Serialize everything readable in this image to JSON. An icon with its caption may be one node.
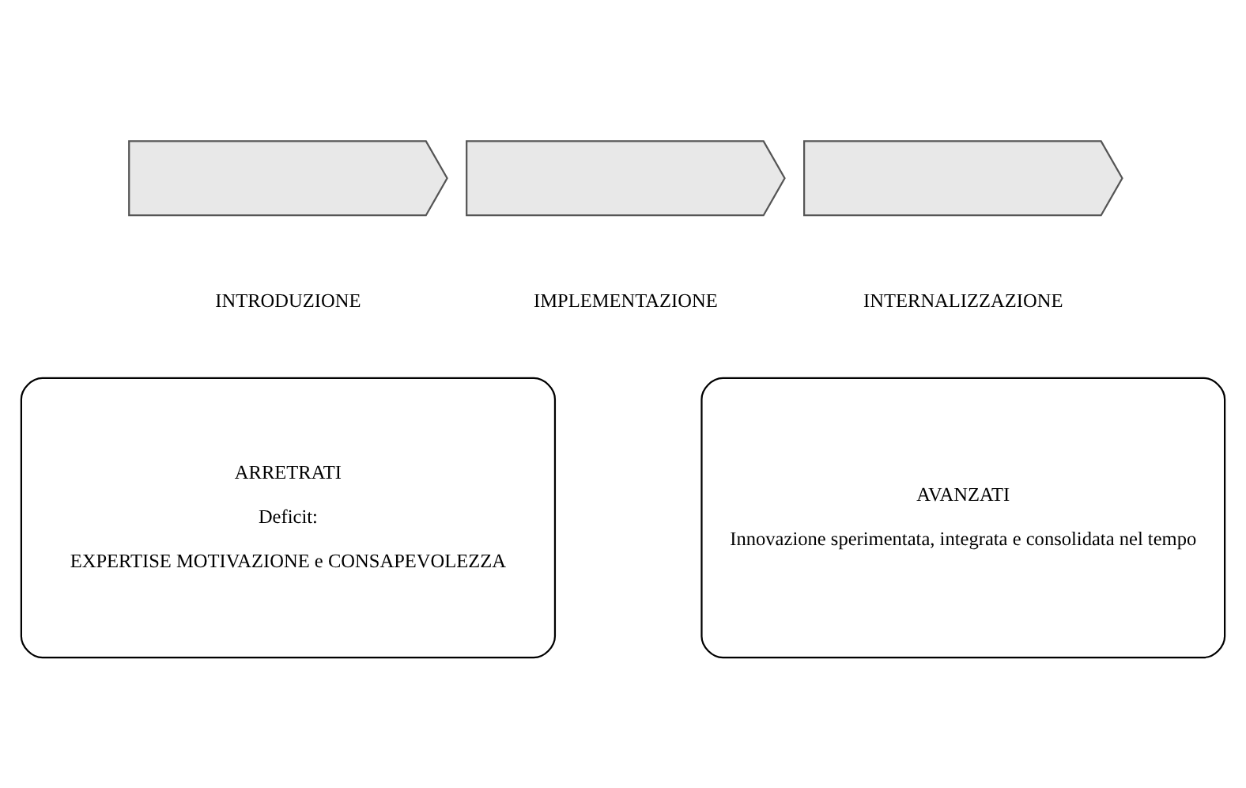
{
  "diagram": {
    "nodes": [
      {
        "text": [],
        "shape": "chevron",
        "beside": [
          "INTRODUZIONE"
        ]
      },
      {
        "text": [],
        "shape": "chevron",
        "beside": [
          "IMPLEMENTAZIONE"
        ]
      },
      {
        "text": [],
        "shape": "chevron",
        "beside": [
          "INTERNALIZZAZIONE"
        ]
      },
      {
        "text": [
          "ARRETRATI",
          "Deficit:",
          "EXPERTISE MOTIVAZIONE e CONSAPEVOLEZZA"
        ]
      },
      {
        "text": [
          "AVANZATI",
          "Innovazione sperimentata, integrata e consolidata nel tempo"
        ]
      }
    ],
    "edges": []
  }
}
